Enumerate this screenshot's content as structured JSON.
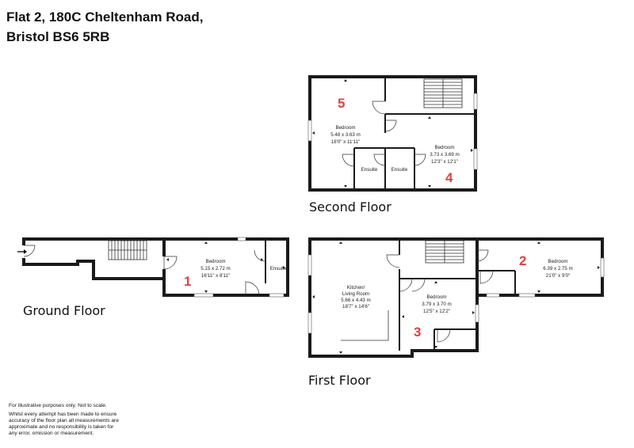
{
  "address": {
    "line1": "Flat 2, 180C Cheltenham Road,",
    "line2": "Bristol BS6 5RB"
  },
  "floors": {
    "second": "Second Floor",
    "first": "First Floor",
    "ground": "Ground Floor"
  },
  "rooms": {
    "bedroom5": {
      "number": "5",
      "name": "Bedroom",
      "metric": "5.48 x 3.63 m",
      "imperial": "18'0\" x 11'11\""
    },
    "bedroom4": {
      "number": "4",
      "name": "Bedroom",
      "metric": "3.73 x 3.69 m",
      "imperial": "12'3\" x 12'1\""
    },
    "ensuite_left": {
      "name": "Ensuite"
    },
    "ensuite_right": {
      "name": "Ensuite"
    },
    "bedroom1": {
      "number": "1",
      "name": "Bedroom",
      "metric": "5.15 x 2.72 m",
      "imperial": "16'11\" x 8'11\""
    },
    "ensuite_ground": {
      "name": "Ensuite"
    },
    "kitchen": {
      "name1": "Kitchen/",
      "name2": "Living Room",
      "metric": "5.66 x 4.43 m",
      "imperial": "18'7\" x 14'6\""
    },
    "bedroom3": {
      "number": "3",
      "name": "Bedroom",
      "metric": "3.79 x 3.70 m",
      "imperial": "12'5\" x 12'2\""
    },
    "bedroom2": {
      "number": "2",
      "name": "Bedroom",
      "metric": "6.39 x 2.75 m",
      "imperial": "21'0\" x 9'0\""
    }
  },
  "disclaimer": {
    "line1": "For illustrative purposes only. Not to scale.",
    "line2": "Whilst every attempt has been made to ensure",
    "line3": "accuracy of the floor plan all measurements are",
    "line4": "approximate and no responsibility is taken for",
    "line5": "any error, omission or measurement."
  }
}
